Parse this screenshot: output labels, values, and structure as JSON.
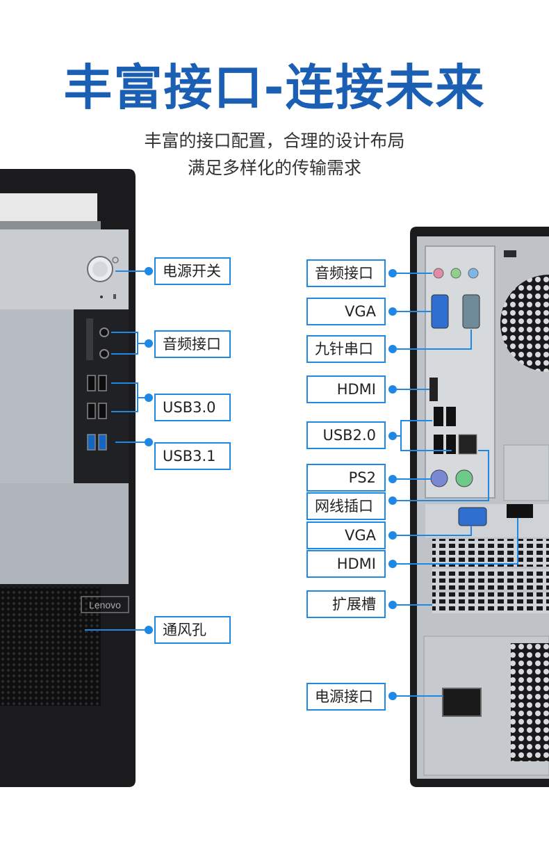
{
  "title": "丰富接口-连接未来",
  "subtitle_1": "丰富的接口配置，合理的设计布局",
  "subtitle_2": "满足多样化的传输需求",
  "brand_logo": "Lenovo",
  "accent_color": "#1e88e5",
  "front_labels": [
    "电源开关",
    "音频接口",
    "USB3.0",
    "USB3.1",
    "通风孔"
  ],
  "rear_labels": [
    "音频接口",
    "VGA",
    "九针串口",
    "HDMI",
    "USB2.0",
    "PS2",
    "网线插口",
    "VGA",
    "HDMI",
    "扩展槽",
    "电源接口"
  ]
}
